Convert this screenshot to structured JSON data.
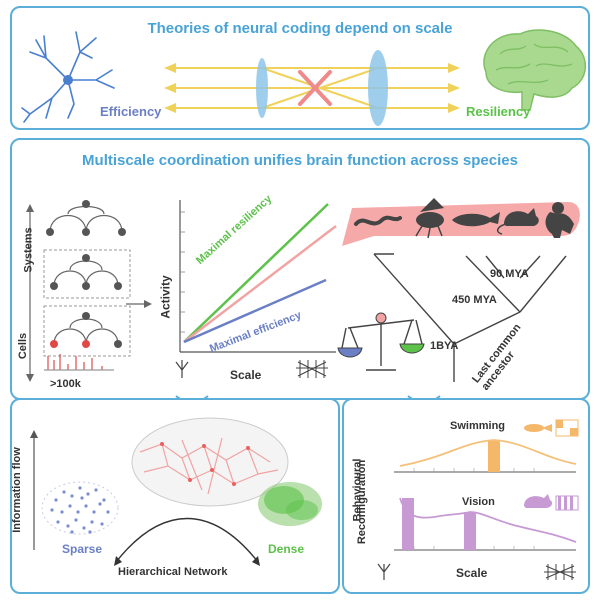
{
  "top": {
    "title": "Theories of neural coding depend on scale",
    "left_label": "Efficiency",
    "right_label": "Resiliency"
  },
  "middle": {
    "title": "Multiscale coordination unifies brain function across species",
    "hier": {
      "up_label": "Systems",
      "down_label": "Cells",
      "count_label": ">100k"
    },
    "plot": {
      "ylabel": "Activity",
      "xlabel": "Scale",
      "line_resiliency": "Maximal resiliency",
      "line_efficiency": "Maximal efficiency",
      "colors": {
        "resiliency": "#5cc24a",
        "efficiency": "#6a7fc6",
        "middle": "#f2a3a3"
      }
    },
    "tree": {
      "labels": [
        "90 MYA",
        "450 MYA",
        "1BYA",
        "Last common ancestor"
      ],
      "species_icons": [
        "worm-icon",
        "fly-icon",
        "fish-icon",
        "mouse-icon",
        "monkey-icon"
      ]
    }
  },
  "bottom_left": {
    "ylabel": "Information flow",
    "sparse_label": "Sparse",
    "dense_label": "Dense",
    "network_label": "Hierarchical Network"
  },
  "bottom_right": {
    "ylabel_1": "Behavioural",
    "ylabel_2": "Reconfiguration",
    "swimming_label": "Swimming",
    "vision_label": "Vision",
    "xlabel": "Scale"
  }
}
